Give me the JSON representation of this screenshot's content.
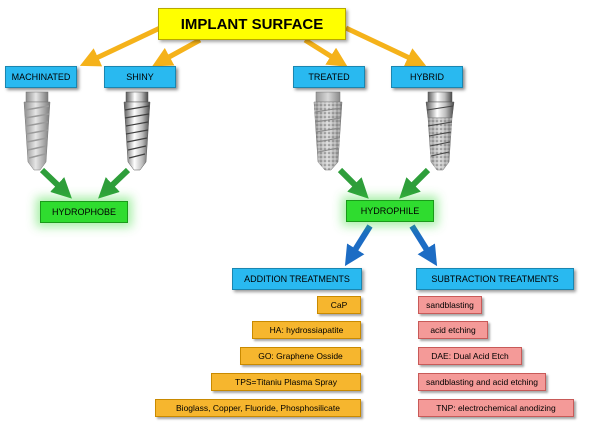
{
  "title": "IMPLANT SURFACE",
  "categories": [
    "MACHINATED",
    "SHINY",
    "TREATED",
    "HYBRID"
  ],
  "hydrophobe": "HYDROPHOBE",
  "hydrophile": "HYDROPHILE",
  "addition": {
    "heading": "ADDITION TREATMENTS",
    "items": [
      "CaP",
      "HA: hydrossiapatite",
      "GO: Graphene Osside",
      "TPS=Titaniu Plasma Spray",
      "Bioglass, Copper, Fluoride, Phosphosilicate"
    ]
  },
  "subtraction": {
    "heading": "SUBTRACTION TREATMENTS",
    "items": [
      "sandblasting",
      "acid etching",
      "DAE: Dual Acid Etch",
      "sandblasting and acid etching",
      "TNP: electrochemical anodizing"
    ]
  },
  "colors": {
    "title_bg": "#ffff00",
    "category_bg": "#29b9f0",
    "hydro_bg": "#2fdc2f",
    "addition_bg": "#f6b62e",
    "subtraction_bg": "#f49a98",
    "arrow_yellow": "#f5b21a",
    "arrow_green": "#2e9e3a",
    "arrow_blue": "#1c6cc4"
  },
  "icons": [
    "implant-machined-icon",
    "implant-shiny-icon",
    "implant-treated-icon",
    "implant-hybrid-icon"
  ]
}
